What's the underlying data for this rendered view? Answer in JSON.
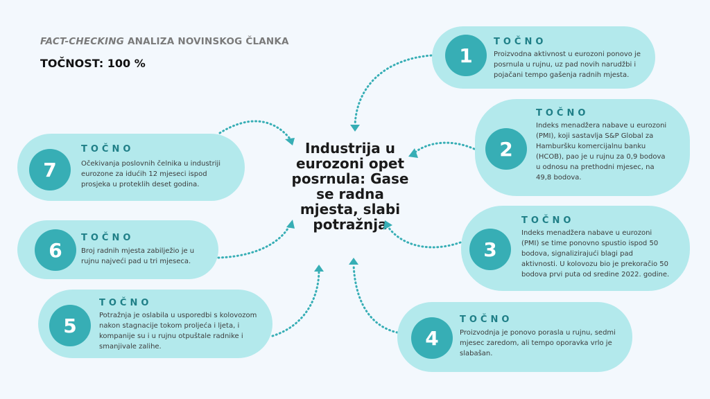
{
  "header": {
    "subtitle_italic": "FACT-CHECKING",
    "subtitle_rest": " ANALIZA NOVINSKOG ČLANKA",
    "accuracy": "TOČNOST: 100 %"
  },
  "title": "Industrija u eurozoni opet posrnula: Gase se radna mjesta, slabi potražnja",
  "colors": {
    "pill": "#b3e9ec",
    "circle": "#37aeb5",
    "label": "#1f7f87",
    "background": "#f3f8fd"
  },
  "claims": [
    {
      "number": "1",
      "verdict": "TOČNO",
      "text": "Proizvodna aktivnost u eurozoni ponovo je posrnula u rujnu, uz pad novih narudžbi i pojačani tempo gašenja radnih mjesta."
    },
    {
      "number": "2",
      "verdict": "TOČNO",
      "text": "Indeks menadžera nabave u eurozoni (PMI), koji sastavlja S&P Global za Hamburšku komercijalnu banku (HCOB), pao je u rujnu za 0,9 bodova u odnosu na prethodni mjesec, na 49,8 bodova."
    },
    {
      "number": "3",
      "verdict": "TOČNO",
      "text": "Indeks menadžera nabave u eurozoni (PMI) se time ponovno spustio ispod 50 bodova, signalizirajući blagi pad aktivnosti. U kolovozu bio je prekoračio 50 bodova prvi puta od sredine 2022. godine."
    },
    {
      "number": "4",
      "verdict": "TOČNO",
      "text": "Proizvodnja je ponovo porasla u rujnu, sedmi mjesec zaredom, ali tempo oporavka vrlo je slabašan."
    },
    {
      "number": "5",
      "verdict": "TOČNO",
      "text": "Potražnja je oslabila u usporedbi s kolovozom nakon stagnacije tokom proljeća i ljeta, i kompanije su i u rujnu otpuštale radnike i smanjivale zalihe."
    },
    {
      "number": "6",
      "verdict": "TOČNO",
      "text": "Broj radnih mjesta zabilježio je u rujnu najveći pad u tri mjeseca."
    },
    {
      "number": "7",
      "verdict": "TOČNO",
      "text": "Očekivanja poslovnih čelnika u industriji eurozone za idućih 12 mjeseci ispod prosjeka u proteklih deset godina."
    }
  ]
}
